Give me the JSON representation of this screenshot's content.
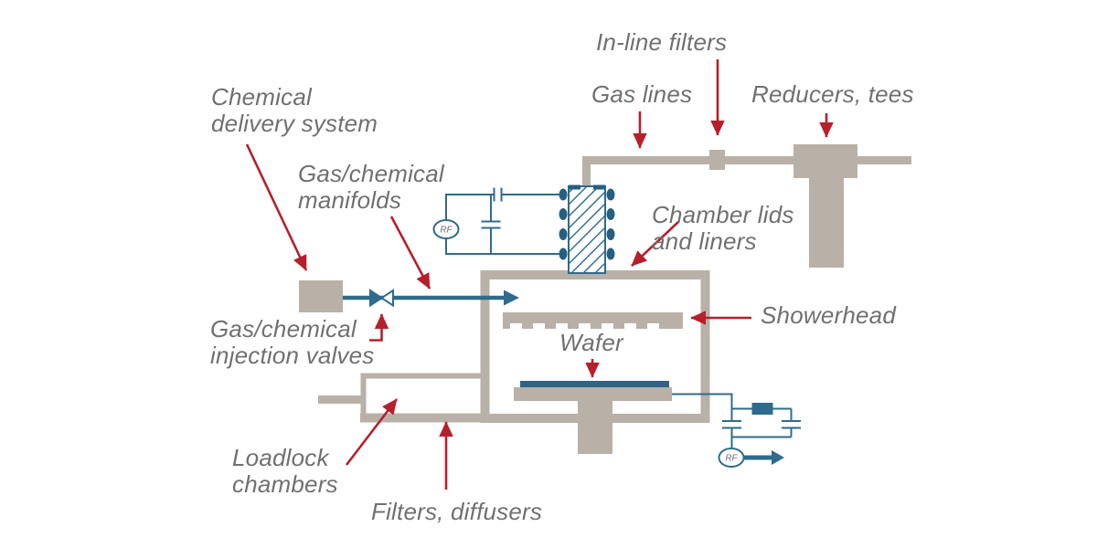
{
  "diagram": {
    "background": "#ffffff",
    "colors": {
      "pipe_tan": "#b9b0a7",
      "circuit_blue": "#2f6b8c",
      "wafer_blue": "#2f6486",
      "arrow_red": "#b5202a",
      "label_gray": "#6f7072"
    },
    "labels": {
      "chemical_delivery": "Chemical\ndelivery system",
      "gas_chemical_manifolds": "Gas/chemical\nmanifolds",
      "in_line_filters": "In-line filters",
      "gas_lines": "Gas lines",
      "reducers_tees": "Reducers, tees",
      "chamber_lids_liners": "Chamber lids\nand liners",
      "showerhead": "Showerhead",
      "wafer": "Wafer",
      "gas_chemical_injection_valves": "Gas/chemical\ninjection valves",
      "loadlock_chambers": "Loadlock\nchambers",
      "filters_diffusers": "Filters, diffusers",
      "rf_source": "RF"
    },
    "icons": {
      "rf_source_icon": "ellipse with RF text",
      "valve_icon": "bowtie valve",
      "coil_icon": "hatched induction coil with winding dots",
      "capacitor_icon": "parallel plates",
      "flow_arrow_icon": "thick blue arrow",
      "pointer_arrow_icon": "red annotation arrow"
    }
  }
}
